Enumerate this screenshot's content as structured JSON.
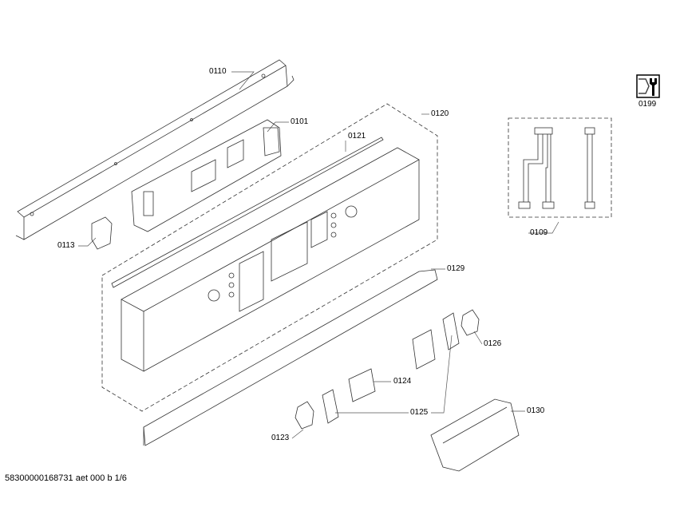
{
  "diagram": {
    "parts": [
      {
        "id": "p0110",
        "label": "0110"
      },
      {
        "id": "p0101",
        "label": "0101"
      },
      {
        "id": "p0121",
        "label": "0121"
      },
      {
        "id": "p0120",
        "label": "0120"
      },
      {
        "id": "p0199",
        "label": "0199"
      },
      {
        "id": "p0109",
        "label": "0109"
      },
      {
        "id": "p0113",
        "label": "0113"
      },
      {
        "id": "p0129",
        "label": "0129"
      },
      {
        "id": "p0126",
        "label": "0126"
      },
      {
        "id": "p0124",
        "label": "0124"
      },
      {
        "id": "p0125",
        "label": "0125"
      },
      {
        "id": "p0123",
        "label": "0123"
      },
      {
        "id": "p0130",
        "label": "0130"
      }
    ],
    "tool_icon": "wrench-nut-icon",
    "footer": "58300000168731 aet 000 b 1/6"
  }
}
